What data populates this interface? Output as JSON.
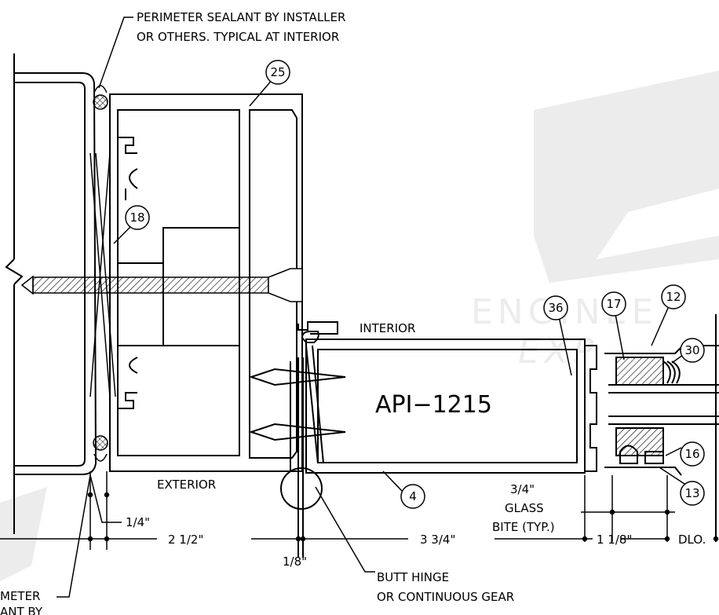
{
  "notes": {
    "sealant_top_line1": "PERIMETER SEALANT BY INSTALLER",
    "sealant_top_line2": "OR OTHERS.  TYPICAL AT INTERIOR",
    "sealant_bottom_line1": "METER",
    "sealant_bottom_line2": "ANT BY",
    "interior": "INTERIOR",
    "exterior": "EXTERIOR",
    "glass_bite_1": "3/4\"",
    "glass_bite_2": "GLASS",
    "glass_bite_3": "BITE (TYP.)",
    "hinge_line1": "BUTT HINGE",
    "hinge_line2": "OR CONTINUOUS GEAR"
  },
  "part_label": "API−1215",
  "callouts": [
    "25",
    "18",
    "36",
    "17",
    "12",
    "30",
    "16",
    "13",
    "4"
  ],
  "dimensions": {
    "d1": "1/4\"",
    "d2": "2 1/2\"",
    "d3": "1/8\"",
    "d4": "3 3/4\"",
    "d5": "1 1/8\"",
    "d6": "DLO."
  },
  "watermark": {
    "line1": "ENGINEE",
    "line2": "EXP"
  },
  "colors": {
    "line": "#000000",
    "watermark": "#ececec",
    "background": "#ffffff"
  }
}
